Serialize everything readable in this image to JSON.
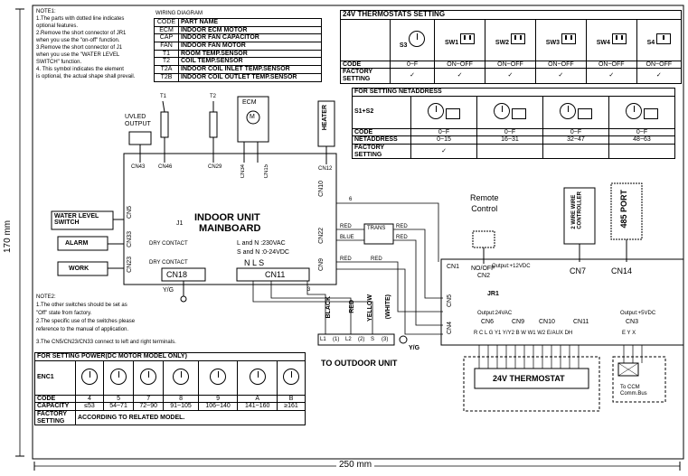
{
  "notes1": {
    "title": "NOTE1:",
    "lines": [
      "1.The parts with dotted line indicates",
      "   optional features.",
      "2.Remove the short connector of JR1",
      "   when you use the \"on-off\" function.",
      "3.Remove the short connector of J1",
      "   when you use the \"WATER LEVEL",
      "   SWITCH\" function.",
      "4.      This symbol indicates the element",
      "   is optional, the actual shape shall prevail."
    ]
  },
  "wiring": {
    "title": "WIRING DIAGRAM",
    "rows": [
      {
        "code": "CODE",
        "name": "PART NAME"
      },
      {
        "code": "ECM",
        "name": "INDOOR ECM MOTOR"
      },
      {
        "code": "CAP",
        "name": "INDOOR FAN CAPACITOR"
      },
      {
        "code": "FAN",
        "name": "INDOOR FAN MOTOR"
      },
      {
        "code": "T1",
        "name": "ROOM TEMP.SENSOR"
      },
      {
        "code": "T2",
        "name": "COIL TEMP.SENSOR"
      },
      {
        "code": "T2A",
        "name": "INDOOR COIL INLET TEMP.SENSOR"
      },
      {
        "code": "T2B",
        "name": "INDOOR COIL OUTLET TEMP.SENSOR"
      }
    ]
  },
  "thermo_setting": {
    "title": "24V THERMOSTATS SETTING",
    "switches": [
      "S3",
      "SW1",
      "SW2",
      "SW3",
      "SW4",
      "S4"
    ],
    "code_label": "CODE",
    "codes": [
      "0~F",
      "ON~OFF",
      "ON~OFF",
      "ON~OFF",
      "ON~OFF",
      "ON~OFF"
    ],
    "factory_label": "FACTORY SETTING"
  },
  "netaddress": {
    "title": "FOR SETTING NETADDRESS",
    "switch": "S1+S2",
    "code_label": "CODE",
    "codes": [
      "0~F",
      "0~F",
      "0~F",
      "0~F"
    ],
    "net_label": "NETADDRESS",
    "ranges": [
      "0~15",
      "16~31",
      "32~47",
      "48~63"
    ],
    "factory_label": "FACTORY SETTING"
  },
  "power": {
    "title": "FOR SETTING POWER(DC MOTOR MODEL ONLY)",
    "enc": "ENC1",
    "code_label": "CODE",
    "codes": [
      "4",
      "5",
      "7",
      "8",
      "9",
      "A",
      "B"
    ],
    "capacity_label": "CAPACITY",
    "capacities": [
      "≤53",
      "54~71",
      "72~90",
      "91~105",
      "106~140",
      "141~160",
      "≥161"
    ],
    "factory_label": "FACTORY SETTING",
    "factory_value": "ACCORDING TO RELATED MODEL."
  },
  "notes2": {
    "title": "NOTE2:",
    "lines": [
      "1.The other switches should be set as",
      "  \"Off\"  state from factory.",
      "2.The specific use of the switches please",
      "  reference to the manual of application.",
      "3.The  CN5/CN23/CN33 connect to left and right terminals."
    ]
  },
  "board": {
    "title": "INDOOR UNIT",
    "subtitle": "MAINBOARD",
    "spec1": "L and N :230VAC",
    "spec2": "S and N :0-24VDC",
    "terms": "N    L    S",
    "j1": "J1",
    "cn5": "CN5",
    "cn33": "CN33",
    "cn23": "CN23",
    "cn18": "CN18",
    "cn11": "CN11",
    "cn10": "CN10",
    "cn22": "CN22",
    "cn9": "CN9",
    "cn43": "CN43",
    "cn46": "CN46",
    "cn29": "CN29",
    "cn34": "CN34",
    "cn15": "CN15",
    "cn12": "CN12",
    "dry1": "DRY CONTACT",
    "dry2": "DRY CONTACT"
  },
  "labels": {
    "uvled": "UVLED\nOUTPUT",
    "water": "WATER LEVEL\nSWITCH",
    "alarm": "ALARM",
    "work": "WORK",
    "ecm": "ECM",
    "m": "M",
    "heater": "HEATER",
    "t1": "T1",
    "t2": "T2",
    "yg": "Y/G",
    "yg2": "Y/G",
    "trans": "TRANS",
    "red1": "RED",
    "blue": "BLUE",
    "red2": "RED",
    "red3": "RED",
    "red4": "RED",
    "red5": "RED",
    "n6": "6",
    "n3": "3",
    "remote": "Remote\nControl",
    "two_wire": "2 WIRE WIRE\nCONTROLLER",
    "port485": "485 PORT",
    "to_outdoor": "TO OUTDOOR UNIT",
    "black": "BLACK",
    "red_w": "RED",
    "yellow": "YELLOW",
    "white": "(WHITE)",
    "terminals": [
      "L1",
      "(1)",
      "L2",
      "(2)",
      "S",
      "(3)"
    ],
    "mm170": "170 mm",
    "mm250": "250 mm"
  },
  "ctrl": {
    "cn1": "CN1",
    "cn2": "CN2",
    "noff": "NO/OFF",
    "jr1": "JR1",
    "cn5": "CN5",
    "cn4": "CN4",
    "cn7": "CN7",
    "cn14": "CN14",
    "cn6": "CN6",
    "cn9": "CN9",
    "cn10": "CN10",
    "cn11": "CN11",
    "cn3": "CN3",
    "pins1": "R  C  L  G  Y1 Y/Y2 B  W W1 W2  E/AUX DH",
    "pins2": "E  Y  X",
    "thermostat": "24V THERMOSTAT",
    "ccm": "To CCM\nComm.Bus",
    "out5": "Output:+5VDC",
    "out12": "Output:+12VDC",
    "out24": "Output:24VAC"
  }
}
